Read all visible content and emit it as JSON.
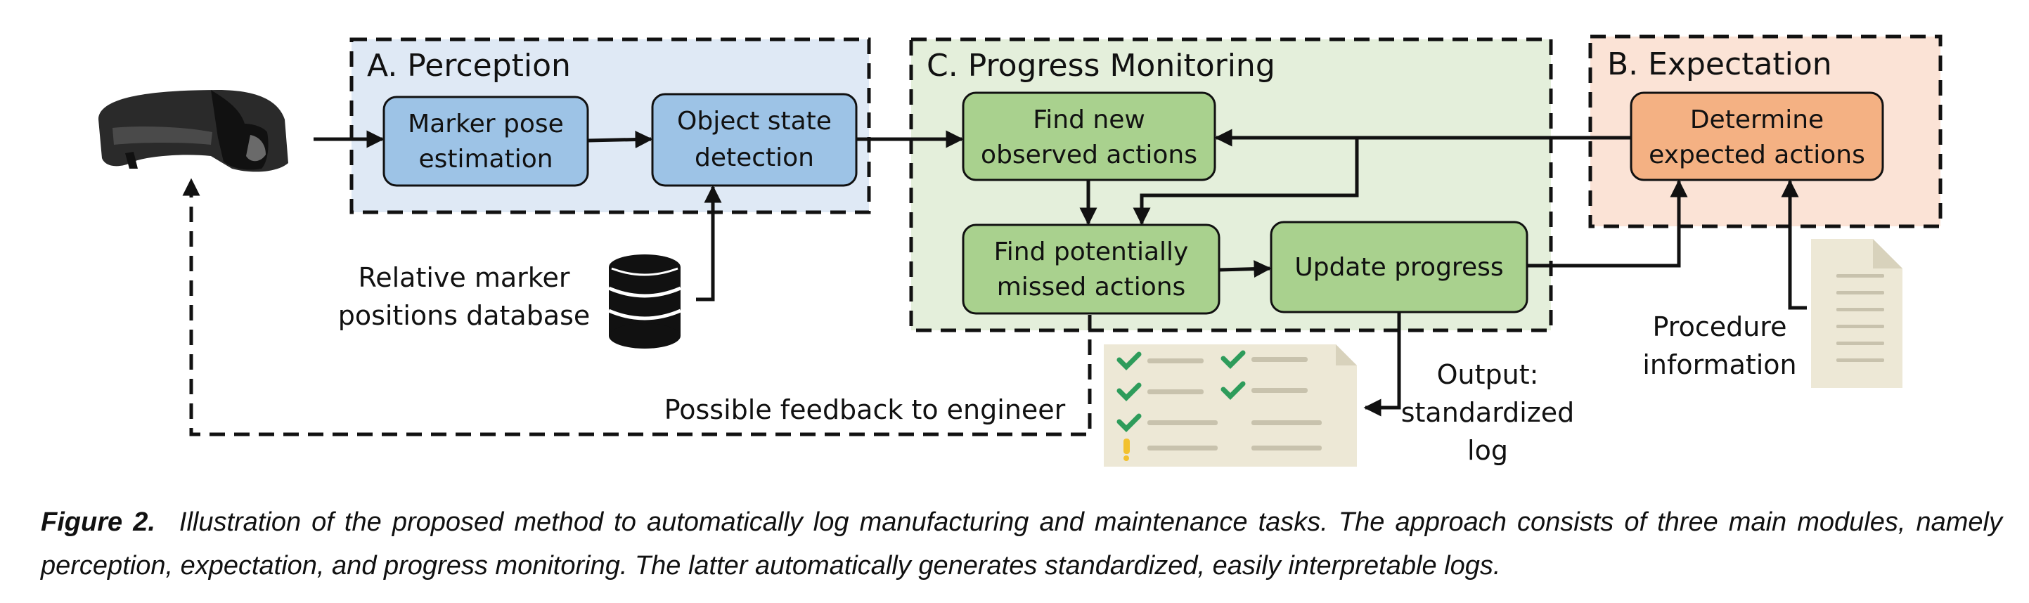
{
  "modules": {
    "perception": {
      "title": "A. Perception",
      "fill": "#dfe9f5"
    },
    "monitoring": {
      "title": "C. Progress Monitoring",
      "fill": "#e4efdb"
    },
    "expectation": {
      "title": "B. Expectation",
      "fill": "#fbe3d6"
    }
  },
  "boxes": {
    "marker_pose": {
      "lines": [
        "Marker pose",
        "estimation"
      ],
      "fill": "#9dc3e6"
    },
    "object_state": {
      "lines": [
        "Object state",
        "detection"
      ],
      "fill": "#9dc3e6"
    },
    "find_new": {
      "lines": [
        "Find new",
        "observed actions"
      ],
      "fill": "#a9d18e"
    },
    "find_missed": {
      "lines": [
        "Find potentially",
        "missed actions"
      ],
      "fill": "#a9d18e"
    },
    "update_progress": {
      "lines": [
        "Update progress"
      ],
      "fill": "#a9d18e"
    },
    "determine_expected": {
      "lines": [
        "Determine",
        "expected actions"
      ],
      "fill": "#f4b183"
    }
  },
  "labels": {
    "database": [
      "Relative marker",
      "positions database"
    ],
    "feedback": "Possible feedback to engineer",
    "output": [
      "Output:",
      "standardized",
      "log"
    ],
    "procedure": [
      "Procedure",
      "information"
    ]
  },
  "icons": {
    "headset": "ar-headset-icon",
    "database": "database-icon",
    "log": "log-checklist-icon",
    "document": "document-icon"
  },
  "caption": {
    "label": "Figure 2.",
    "text": "Illustration of the proposed method to automatically log manufacturing and maintenance tasks. The approach consists of three main modules, namely perception, expectation, and progress monitoring. The latter automatically generates standardized, easily interpretable logs."
  }
}
